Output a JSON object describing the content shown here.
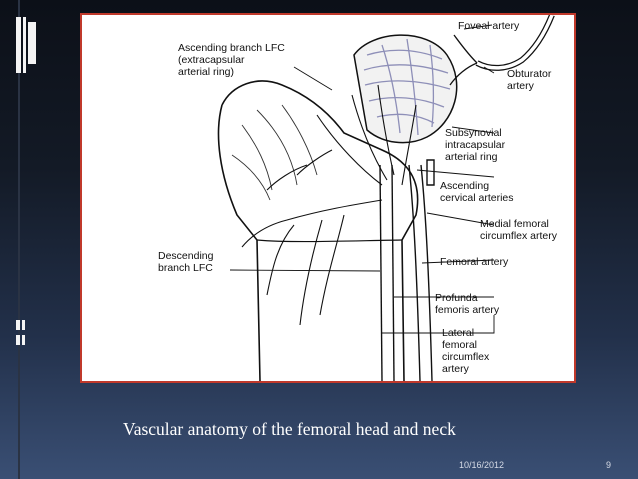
{
  "figure": {
    "labels": {
      "ascending_branch": "Ascending branch LFC\n(extracapsular\narterial ring)",
      "foveal_artery": "Foveal artery",
      "obturator_artery": "Obturator\nartery",
      "subsynovial": "Subsynovial\nintracapsular\narterial ring",
      "ascending_cervical": "Ascending\ncervical arteries",
      "medial_femoral": "Medial femoral\ncircumflex artery",
      "descending_branch": "Descending\nbranch LFC",
      "femoral_artery": "Femoral artery",
      "profunda": "Profunda\nfemoris artery",
      "lateral_femoral": "Lateral\nfemoral\ncircumflex\nartery"
    }
  },
  "slide": {
    "caption": "Vascular anatomy of the femoral head and neck",
    "date": "10/16/2012",
    "page_number": "9"
  }
}
